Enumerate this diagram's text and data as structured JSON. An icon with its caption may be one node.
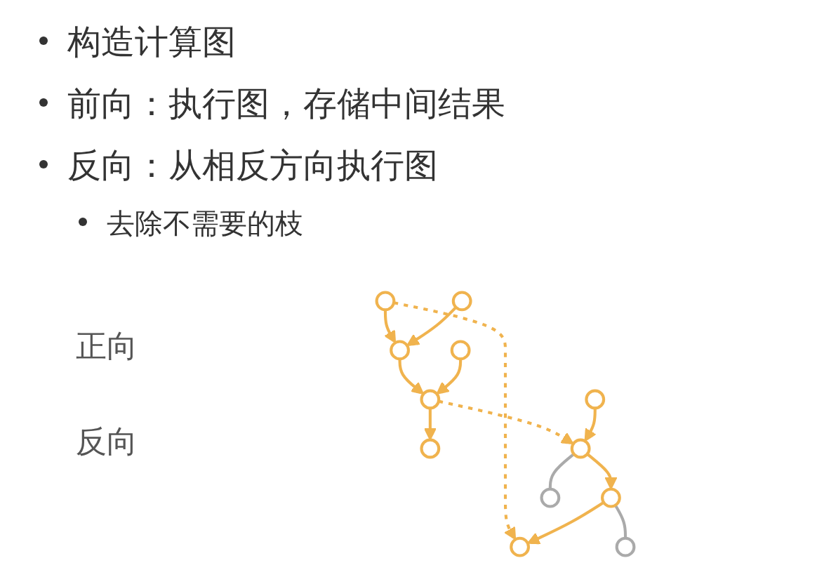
{
  "diagram": {
    "nodes": [
      {
        "text": [],
        "shape": "circle"
      },
      {
        "text": [],
        "shape": "circle"
      },
      {
        "text": [],
        "shape": "circle"
      },
      {
        "text": [],
        "shape": "circle"
      },
      {
        "text": [],
        "shape": "circle"
      },
      {
        "text": [],
        "shape": "circle"
      },
      {
        "text": [],
        "shape": "circle"
      },
      {
        "text": [],
        "shape": "circle"
      },
      {
        "text": [],
        "shape": "circle"
      },
      {
        "text": [],
        "shape": "circle"
      },
      {
        "text": [],
        "shape": "circle"
      },
      {
        "text": [],
        "shape": "circle"
      }
    ],
    "edges": [
      {
        "from": 1,
        "to": 0,
        "arrow": "to"
      },
      {
        "from": 2,
        "to": 1,
        "arrow": "to"
      },
      {
        "from": 3,
        "to": 1,
        "arrow": "to"
      },
      {
        "from": 4,
        "to": 2,
        "arrow": "to"
      },
      {
        "from": 5,
        "to": 2,
        "arrow": "to"
      },
      {
        "from": 1,
        "to": 7,
        "arrow": "to",
        "style": "dashed"
      },
      {
        "from": 4,
        "to": 10,
        "arrow": "to",
        "style": "dashed"
      },
      {
        "from": 6,
        "to": 7,
        "arrow": "to"
      },
      {
        "from": 7,
        "to": 8,
        "arrow": "to"
      },
      {
        "from": 8,
        "to": 10,
        "arrow": "to"
      },
      {
        "from": 7,
        "to": 9,
        "arrow": "none",
        "color": "#aaaaaa"
      },
      {
        "from": 8,
        "to": 11,
        "arrow": "none",
        "color": "#aaaaaa"
      }
    ],
    "labels": [
      "构造计算图",
      "前向：执行图，存储中间结果",
      "反向：从相反方向执行图",
      "去除不需要的枝",
      "正向",
      "反向"
    ]
  }
}
